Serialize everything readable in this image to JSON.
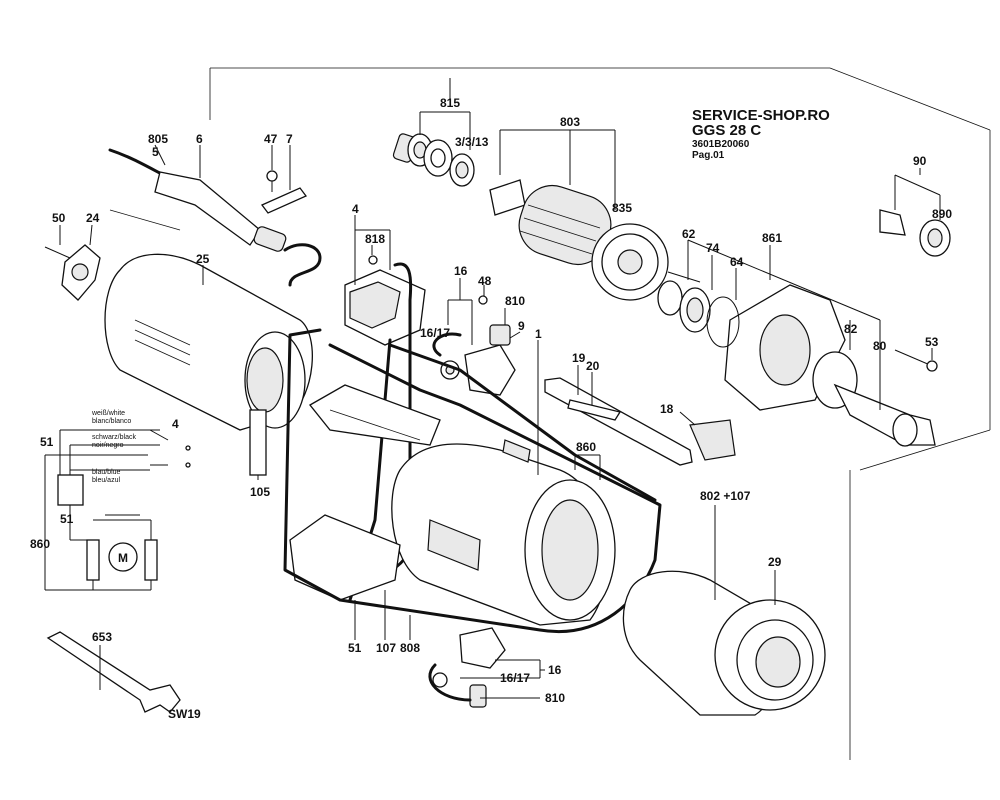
{
  "header": {
    "shop": "SERVICE-SHOP.RO",
    "model": "GGS 28 C",
    "part_number": "3601B20060",
    "page": "Pag.01"
  },
  "labels": {
    "p815": "815",
    "p803": "803",
    "p3_3_13": "3/3/13",
    "p835": "835",
    "p805": "805",
    "p5": "5",
    "p6": "6",
    "p47": "47",
    "p7": "7",
    "p4": "4",
    "p818": "818",
    "p50": "50",
    "p24": "24",
    "p25": "25",
    "p16": "16",
    "p48": "48",
    "p810": "810",
    "p9": "9",
    "p16_17": "16/17",
    "p1": "1",
    "p62": "62",
    "p74": "74",
    "p64": "64",
    "p861": "861",
    "p90": "90",
    "p890": "890",
    "p82": "82",
    "p80": "80",
    "p53": "53",
    "p19": "19",
    "p20": "20",
    "p18": "18",
    "p860": "860",
    "p802_107": "802 +107",
    "p29": "29",
    "p51": "51",
    "p105": "105",
    "p107": "107",
    "p808": "808",
    "p653": "653",
    "sw19": "SW19",
    "w_51": "51",
    "w_4": "4",
    "w_51b": "51",
    "w_860": "860",
    "p16b": "16",
    "p16_17b": "16/17",
    "p810b": "810"
  },
  "wiring": {
    "white": "weiß/white",
    "white2": "blanc/blanco",
    "black": "schwarz/black",
    "black2": "noir/negro",
    "blue": "blau/blue",
    "blue2": "bleu/azul",
    "motor": "M"
  }
}
